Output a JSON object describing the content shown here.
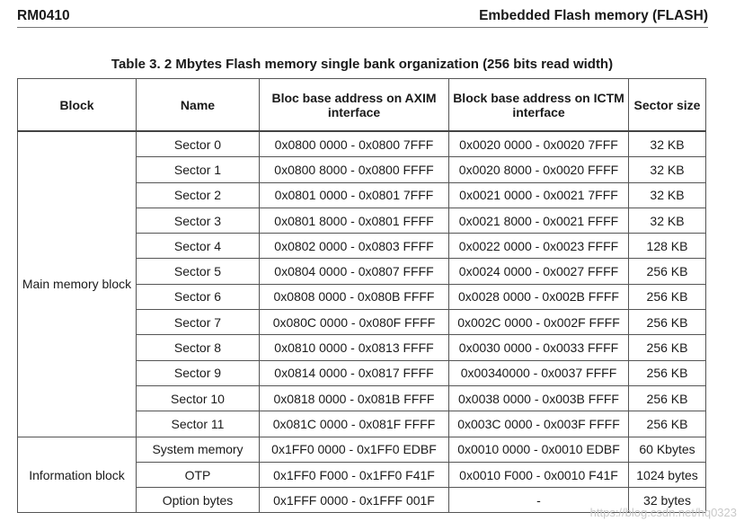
{
  "header": {
    "doc_id": "RM0410",
    "section": "Embedded Flash memory (FLASH)"
  },
  "table": {
    "title": "Table 3. 2 Mbytes Flash memory single bank organization (256 bits read width)",
    "columns": [
      "Block",
      "Name",
      "Bloc base address on AXIM interface",
      "Block base address on ICTM interface",
      "Sector size"
    ],
    "groups": [
      {
        "label": "Main memory block",
        "rows": [
          {
            "name": "Sector 0",
            "axim": "0x0800 0000 - 0x0800 7FFF",
            "ictm": "0x0020 0000 - 0x0020 7FFF",
            "size": "32 KB"
          },
          {
            "name": "Sector 1",
            "axim": "0x0800 8000 - 0x0800 FFFF",
            "ictm": "0x0020 8000 - 0x0020 FFFF",
            "size": "32 KB"
          },
          {
            "name": "Sector 2",
            "axim": "0x0801 0000 - 0x0801 7FFF",
            "ictm": "0x0021 0000 - 0x0021 7FFF",
            "size": "32 KB"
          },
          {
            "name": "Sector 3",
            "axim": "0x0801 8000 - 0x0801 FFFF",
            "ictm": "0x0021 8000 - 0x0021 FFFF",
            "size": "32 KB"
          },
          {
            "name": "Sector 4",
            "axim": "0x0802 0000 - 0x0803 FFFF",
            "ictm": "0x0022 0000 - 0x0023 FFFF",
            "size": "128 KB"
          },
          {
            "name": "Sector 5",
            "axim": "0x0804 0000 - 0x0807 FFFF",
            "ictm": "0x0024 0000 - 0x0027 FFFF",
            "size": "256 KB"
          },
          {
            "name": "Sector 6",
            "axim": "0x0808 0000 - 0x080B FFFF",
            "ictm": "0x0028 0000 - 0x002B FFFF",
            "size": "256 KB"
          },
          {
            "name": "Sector 7",
            "axim": "0x080C 0000 - 0x080F FFFF",
            "ictm": "0x002C 0000 - 0x002F FFFF",
            "size": "256 KB"
          },
          {
            "name": "Sector 8",
            "axim": "0x0810 0000 - 0x0813 FFFF",
            "ictm": "0x0030 0000 - 0x0033 FFFF",
            "size": "256 KB"
          },
          {
            "name": "Sector 9",
            "axim": "0x0814 0000 - 0x0817 FFFF",
            "ictm": "0x00340000 - 0x0037 FFFF",
            "size": "256 KB"
          },
          {
            "name": "Sector 10",
            "axim": "0x0818 0000 - 0x081B FFFF",
            "ictm": "0x0038 0000 - 0x003B FFFF",
            "size": "256 KB"
          },
          {
            "name": "Sector 11",
            "axim": "0x081C 0000 - 0x081F FFFF",
            "ictm": "0x003C 0000 - 0x003F FFFF",
            "size": "256 KB"
          }
        ]
      },
      {
        "label": "Information block",
        "rows": [
          {
            "name": "System memory",
            "axim": "0x1FF0 0000 - 0x1FF0 EDBF",
            "ictm": "0x0010 0000 - 0x0010 EDBF",
            "size": "60 Kbytes"
          },
          {
            "name": "OTP",
            "axim": "0x1FF0 F000 - 0x1FF0 F41F",
            "ictm": "0x0010 F000 - 0x0010 F41F",
            "size": "1024 bytes"
          },
          {
            "name": "Option bytes",
            "axim": "0x1FFF 0000 - 0x1FFF 001F",
            "ictm": "-",
            "size": "32 bytes"
          }
        ]
      }
    ]
  },
  "watermark": "https://blog.csdn.net/hq0323"
}
